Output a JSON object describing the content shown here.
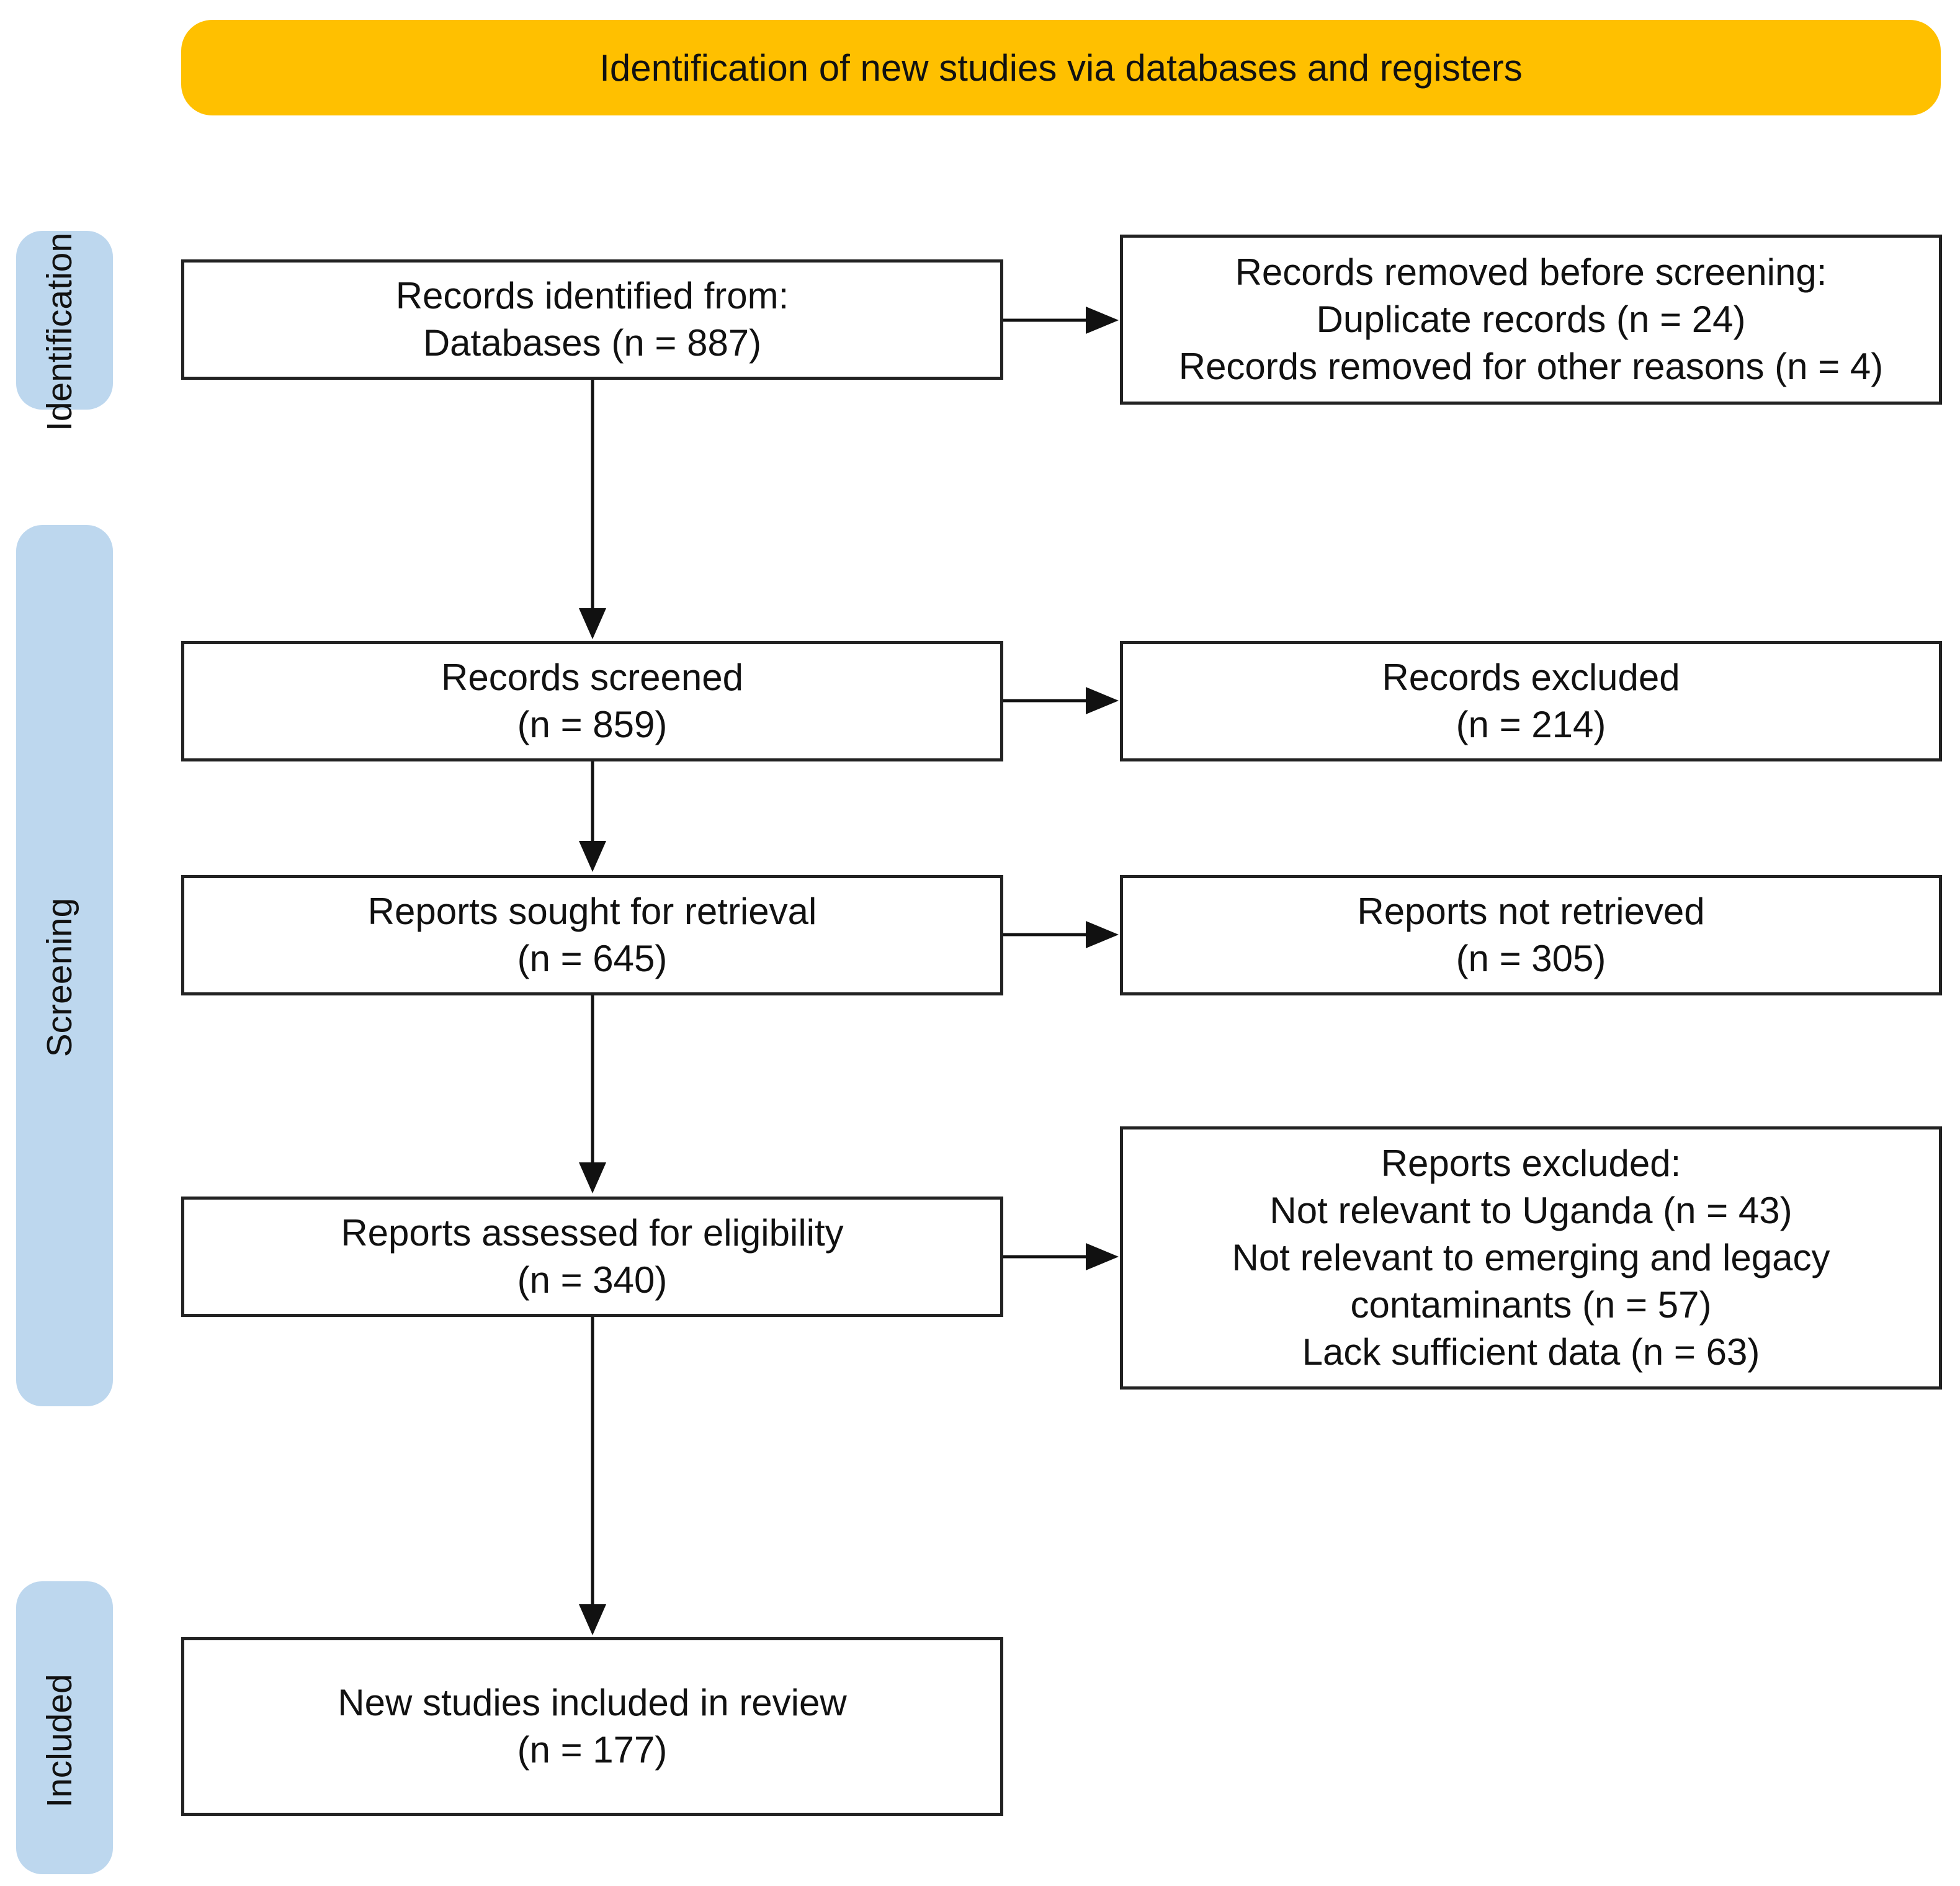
{
  "header": {
    "title": "Identification of new studies via databases and registers"
  },
  "phases": {
    "identification": "Identification",
    "screening": "Screening",
    "included": "Included"
  },
  "boxes": {
    "records_identified": {
      "line1": "Records identified from:",
      "line2": "Databases (n = 887)"
    },
    "records_removed": {
      "line1": "Records removed before screening:",
      "line2": "Duplicate records (n = 24)",
      "line3": "Records removed for other reasons (n = 4)"
    },
    "records_screened": {
      "line1": "Records screened",
      "line2": "(n = 859)"
    },
    "records_excluded": {
      "line1": "Records excluded",
      "line2": "(n = 214)"
    },
    "reports_sought": {
      "line1": "Reports sought for retrieval",
      "line2": "(n = 645)"
    },
    "reports_not_retrieved": {
      "line1": "Reports not retrieved",
      "line2": "(n = 305)"
    },
    "reports_assessed": {
      "line1": "Reports assessed for eligibility",
      "line2": "(n = 340)"
    },
    "reports_excluded": {
      "line1": "Reports excluded:",
      "line2": "Not relevant to Uganda (n = 43)",
      "line3": "Not relevant to emerging and legacy",
      "line4": "contaminants (n = 57)",
      "line5": "Lack sufficient data (n = 63)"
    },
    "studies_included": {
      "line1": "New studies included in review",
      "line2": "(n = 177)"
    }
  },
  "colors": {
    "header_fill": "#FFC000",
    "phase_fill": "#BDD7EE",
    "border": "#222222"
  }
}
